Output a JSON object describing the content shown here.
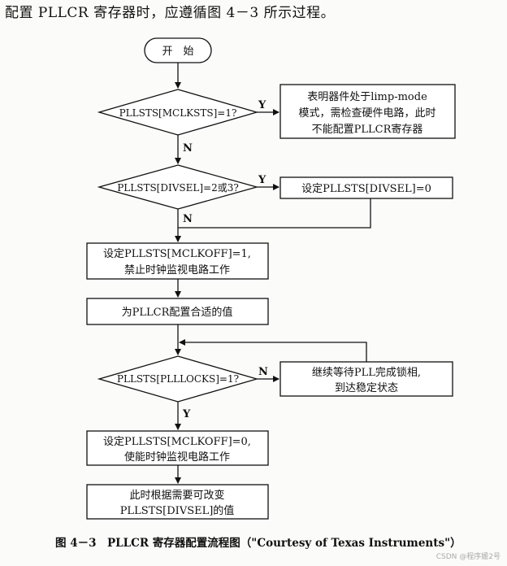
{
  "intro_text": "配置 PLLCR 寄存器时，应遵循图 4－3 所示过程。",
  "flow": {
    "start": "开　始",
    "d1": "PLLSTS[MCLKSTS]=1?",
    "d1_yes": "Y",
    "d1_no": "N",
    "b1_line1": "表明器件处于limp-mode",
    "b1_line2": "模式，需检查硬件电路，此时",
    "b1_line3": "不能配置PLLCR寄存器",
    "d2": "PLLSTS[DIVSEL]=2或3?",
    "d2_yes": "Y",
    "d2_no": "N",
    "b2": "设定PLLSTS[DIVSEL]=0",
    "b3_line1": "设定PLLSTS[MCLKOFF]=1,",
    "b3_line2": "禁止时钟监视电路工作",
    "b4": "为PLLCR配置合适的值",
    "d3": "PLLSTS[PLLLOCKS]=1?",
    "d3_no": "N",
    "d3_yes": "Y",
    "b5_line1": "继续等待PLL完成锁相,",
    "b5_line2": "到达稳定状态",
    "b6_line1": "设定PLLSTS[MCLKOFF]=0,",
    "b6_line2": "使能时钟监视电路工作",
    "b7_line1": "此时根据需要可改变",
    "b7_line2": "PLLSTS[DIVSEL]的值"
  },
  "caption": "图 4－3　PLLCR 寄存器配置流程图（\"Courtesy of Texas Instruments\"）",
  "watermark": "CSDN @程序媛2号"
}
